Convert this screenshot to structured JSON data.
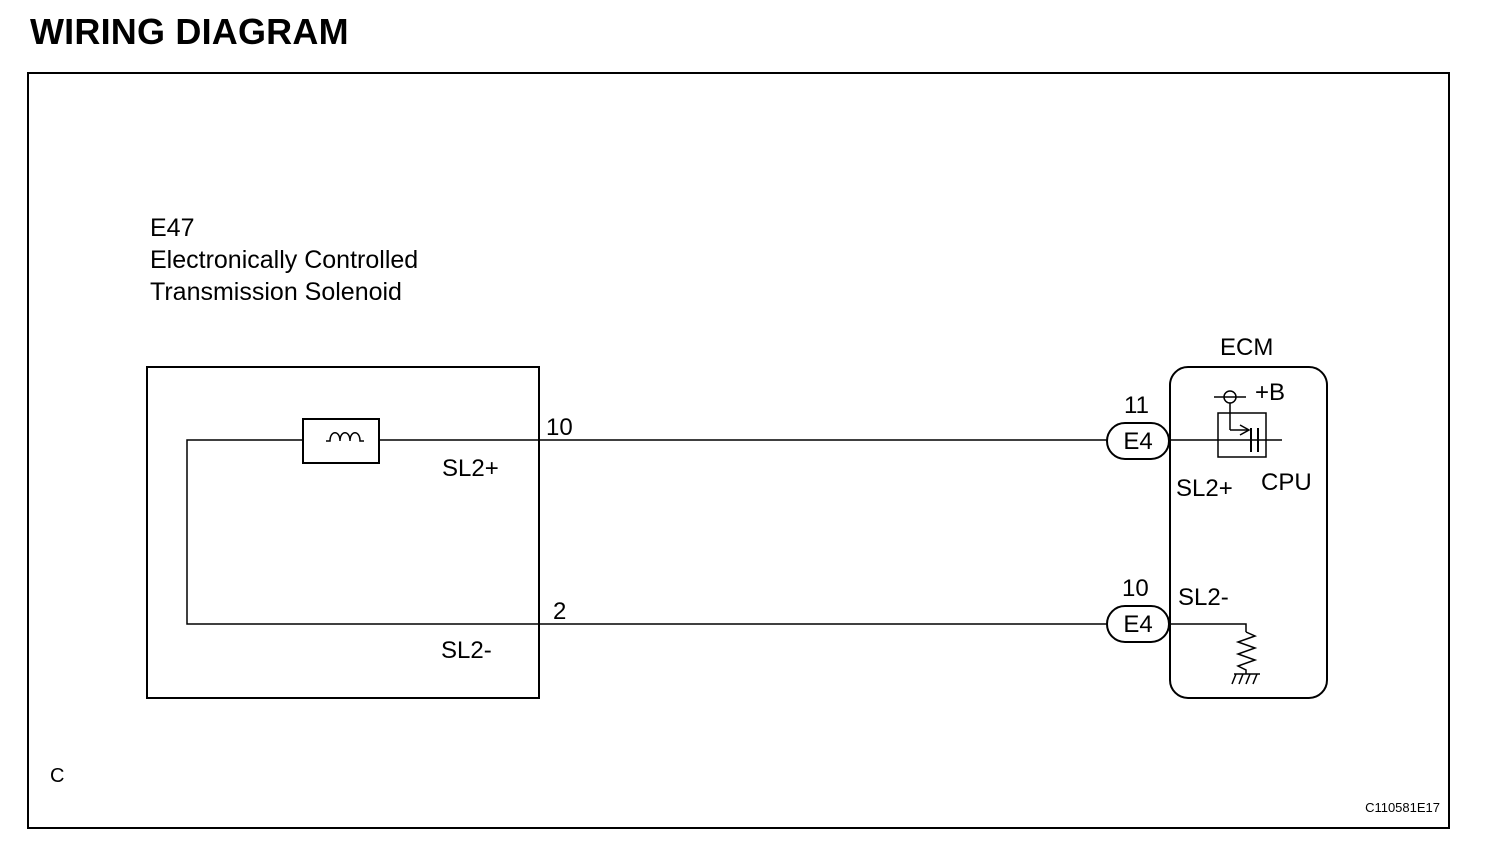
{
  "title": "WIRING DIAGRAM",
  "component": {
    "code": "E47",
    "name_line1": "Electronically Controlled",
    "name_line2": "Transmission Solenoid",
    "pin_plus": "10",
    "pin_minus": "2",
    "terminal_plus": "SL2+",
    "terminal_minus": "SL2-"
  },
  "ecm": {
    "label": "ECM",
    "connector_upper": "E4",
    "connector_lower": "E4",
    "pin_upper": "11",
    "pin_lower": "10",
    "supply_label": "+B",
    "cpu_label": "CPU",
    "terminal_plus": "SL2+",
    "terminal_minus": "SL2-"
  },
  "corner_letter": "C",
  "figure_code": "C110581E17"
}
